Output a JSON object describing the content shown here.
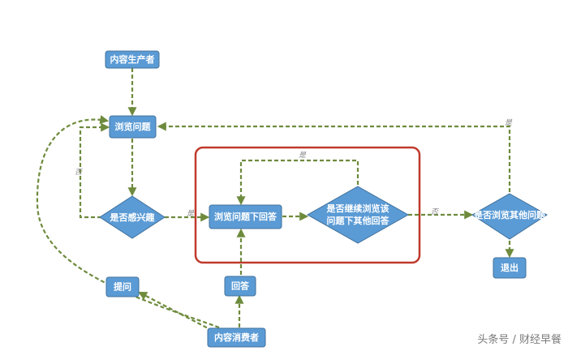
{
  "nodes": {
    "producer": "内容生产者",
    "browse": "浏览问题",
    "interested": "是否感兴趣",
    "browse_answers": "浏览问题下回答",
    "continue_line1": "是否继续浏览该",
    "continue_line2": "问题下其他回答",
    "other_questions": "是否浏览其他问题",
    "exit": "退出",
    "ask": "提问",
    "answer": "回答",
    "consumer": "内容消费者"
  },
  "edge_labels": {
    "no_interest": "否",
    "yes_interest": "是",
    "yes_continue": "是",
    "no_continue": "否",
    "yes_other": "是"
  },
  "colors": {
    "node_fill": "#5b9bd5",
    "edge": "#6e8b3d",
    "highlight": "#c0392b"
  },
  "watermark": "头条号 / 财经早餐"
}
